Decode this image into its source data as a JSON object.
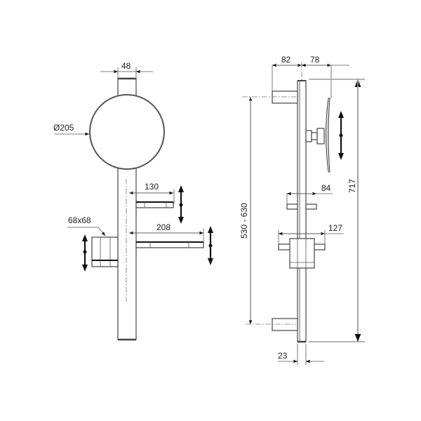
{
  "drawing": {
    "front_view": {
      "dim_top_width": "48",
      "dim_circle_diameter": "Ø205",
      "dim_shelf_upper": "130",
      "dim_shelf_lower": "208",
      "dim_cup": "68x68"
    },
    "side_view": {
      "dim_left_offset": "82",
      "dim_right_offset": "78",
      "dim_bracket_spacing": "530 - 630",
      "dim_total_height": "717",
      "dim_upper_shelf_depth": "84",
      "dim_cup_holder_depth": "127",
      "dim_rail_width": "23"
    }
  },
  "colors": {
    "line": "#444444",
    "dimension_gray": "#9a9a9a",
    "arrow": "#111111"
  }
}
